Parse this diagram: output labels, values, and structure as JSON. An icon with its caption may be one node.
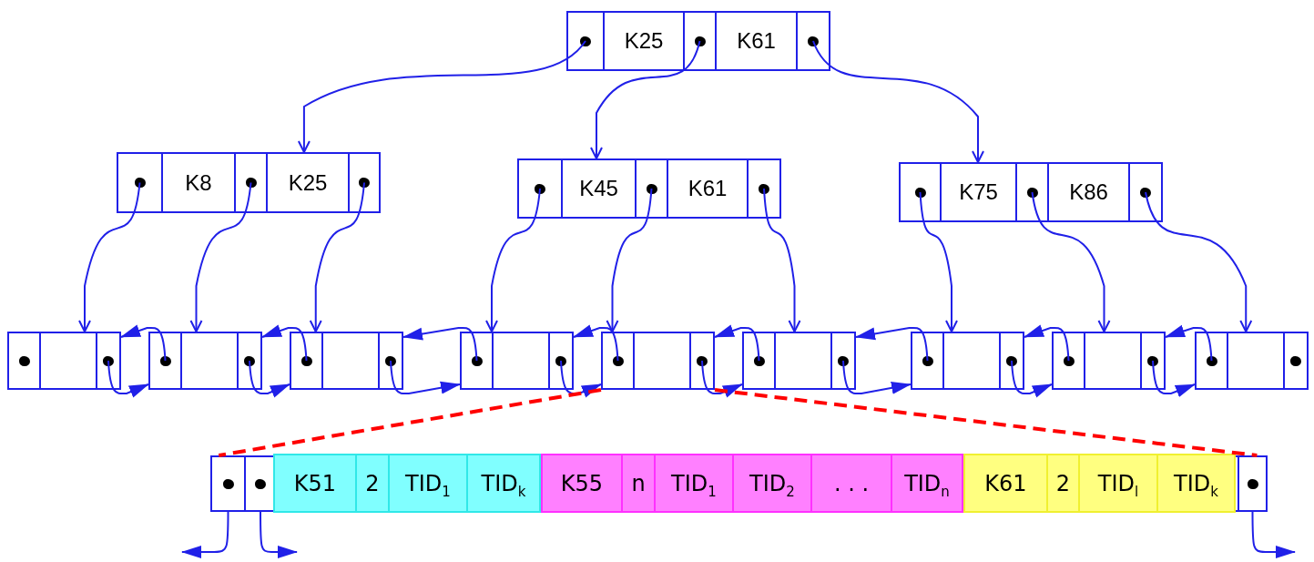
{
  "diagram": {
    "nodes": [
      {
        "text": [
          "K25",
          "K61"
        ]
      },
      {
        "text": [
          "K8",
          "K25"
        ]
      },
      {
        "text": [
          "K45",
          "K61"
        ]
      },
      {
        "text": [
          "K75",
          "K86"
        ]
      },
      {
        "text": [],
        "shape": "box"
      },
      {
        "text": [],
        "shape": "box"
      },
      {
        "text": [],
        "shape": "box"
      },
      {
        "text": [],
        "shape": "box"
      },
      {
        "text": [],
        "shape": "box"
      },
      {
        "text": [],
        "shape": "box"
      },
      {
        "text": [],
        "shape": "box"
      },
      {
        "text": [],
        "shape": "box"
      },
      {
        "text": [],
        "shape": "box"
      },
      {
        "text": [],
        "shape": "box"
      },
      {
        "text": [
          "K51",
          "2",
          "TID$_{1}$",
          "TID$_{k}$"
        ],
        "in": 13
      },
      {
        "text": [
          "K55",
          "n",
          "TID$_{1}$",
          "TID$_{2}$",
          ". . .",
          "TID$_{n}$"
        ],
        "in": 13
      },
      {
        "text": [
          "K61",
          "2",
          "TID$_{l}$",
          "TID$_{k}$"
        ],
        "in": 13
      }
    ],
    "edges": [
      {
        "from": 0,
        "to": 1,
        "arrow": "to"
      },
      {
        "from": 0,
        "to": 2,
        "arrow": "to"
      },
      {
        "from": 0,
        "to": 3,
        "arrow": "to"
      },
      {
        "from": 1,
        "to": 4,
        "arrow": "to"
      },
      {
        "from": 1,
        "to": 5,
        "arrow": "to"
      },
      {
        "from": 1,
        "to": 6,
        "arrow": "to"
      },
      {
        "from": 2,
        "to": 7,
        "arrow": "to"
      },
      {
        "from": 2,
        "to": 8,
        "arrow": "to"
      },
      {
        "from": 2,
        "to": 9,
        "arrow": "to"
      },
      {
        "from": 3,
        "to": 10,
        "arrow": "to"
      },
      {
        "from": 3,
        "to": 11,
        "arrow": "to"
      },
      {
        "from": 3,
        "to": 12,
        "arrow": "to"
      },
      {
        "from": 4,
        "to": 5,
        "arrow": "to"
      },
      {
        "from": 5,
        "to": 4,
        "arrow": "to"
      },
      {
        "from": 5,
        "to": 6,
        "arrow": "to"
      },
      {
        "from": 6,
        "to": 5,
        "arrow": "to"
      },
      {
        "from": 6,
        "to": 7,
        "arrow": "to"
      },
      {
        "from": 7,
        "to": 6,
        "arrow": "to"
      },
      {
        "from": 7,
        "to": 8,
        "arrow": "to"
      },
      {
        "from": 8,
        "to": 7,
        "arrow": "to"
      },
      {
        "from": 8,
        "to": 9,
        "arrow": "to"
      },
      {
        "from": 9,
        "to": 8,
        "arrow": "to"
      },
      {
        "from": 9,
        "to": 10,
        "arrow": "to"
      },
      {
        "from": 10,
        "to": 9,
        "arrow": "to"
      },
      {
        "from": 10,
        "to": 11,
        "arrow": "to"
      },
      {
        "from": 11,
        "to": 10,
        "arrow": "to"
      },
      {
        "from": 11,
        "to": 12,
        "arrow": "to"
      },
      {
        "from": 12,
        "to": 11,
        "arrow": "to"
      },
      {
        "from": 8,
        "to": 13,
        "arrow": "none",
        "style": "dashed",
        "color": "#ff0000"
      },
      {
        "from": 8,
        "to": 13,
        "arrow": "none",
        "style": "dashed",
        "color": "#ff0000"
      },
      {
        "from": 13,
        "to": null,
        "arrow": "to"
      },
      {
        "from": 13,
        "to": null,
        "arrow": "to"
      },
      {
        "from": 13,
        "to": null,
        "arrow": "to"
      }
    ]
  }
}
